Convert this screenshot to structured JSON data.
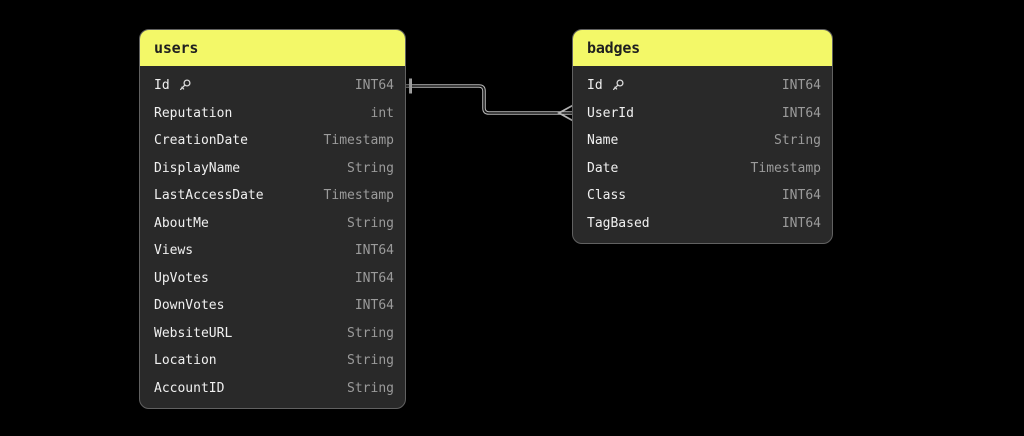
{
  "colors": {
    "background": "#000000",
    "header_bg": "#F3F868",
    "header_text": "#1F1F1F",
    "body_bg": "#292929",
    "border": "#616161",
    "name_text": "#F0F0F0",
    "type_text": "#9B9B9B",
    "connector": "#B5B5B5"
  },
  "tables": [
    {
      "name": "users",
      "columns": [
        {
          "name": "Id",
          "type": "INT64",
          "primary_key": true
        },
        {
          "name": "Reputation",
          "type": "int",
          "primary_key": false
        },
        {
          "name": "CreationDate",
          "type": "Timestamp",
          "primary_key": false
        },
        {
          "name": "DisplayName",
          "type": "String",
          "primary_key": false
        },
        {
          "name": "LastAccessDate",
          "type": "Timestamp",
          "primary_key": false
        },
        {
          "name": "AboutMe",
          "type": "String",
          "primary_key": false
        },
        {
          "name": "Views",
          "type": "INT64",
          "primary_key": false
        },
        {
          "name": "UpVotes",
          "type": "INT64",
          "primary_key": false
        },
        {
          "name": "DownVotes",
          "type": "INT64",
          "primary_key": false
        },
        {
          "name": "WebsiteURL",
          "type": "String",
          "primary_key": false
        },
        {
          "name": "Location",
          "type": "String",
          "primary_key": false
        },
        {
          "name": "AccountID",
          "type": "String",
          "primary_key": false
        }
      ]
    },
    {
      "name": "badges",
      "columns": [
        {
          "name": "Id",
          "type": "INT64",
          "primary_key": true
        },
        {
          "name": "UserId",
          "type": "INT64",
          "primary_key": false
        },
        {
          "name": "Name",
          "type": "String",
          "primary_key": false
        },
        {
          "name": "Date",
          "type": "Timestamp",
          "primary_key": false
        },
        {
          "name": "Class",
          "type": "INT64",
          "primary_key": false
        },
        {
          "name": "TagBased",
          "type": "INT64",
          "primary_key": false
        }
      ]
    }
  ],
  "relationship": {
    "from_table": "users",
    "from_column": "Id",
    "to_table": "badges",
    "to_column": "UserId",
    "from_cardinality": "one",
    "to_cardinality": "many"
  },
  "icons": {
    "primary_key": "key-icon"
  }
}
